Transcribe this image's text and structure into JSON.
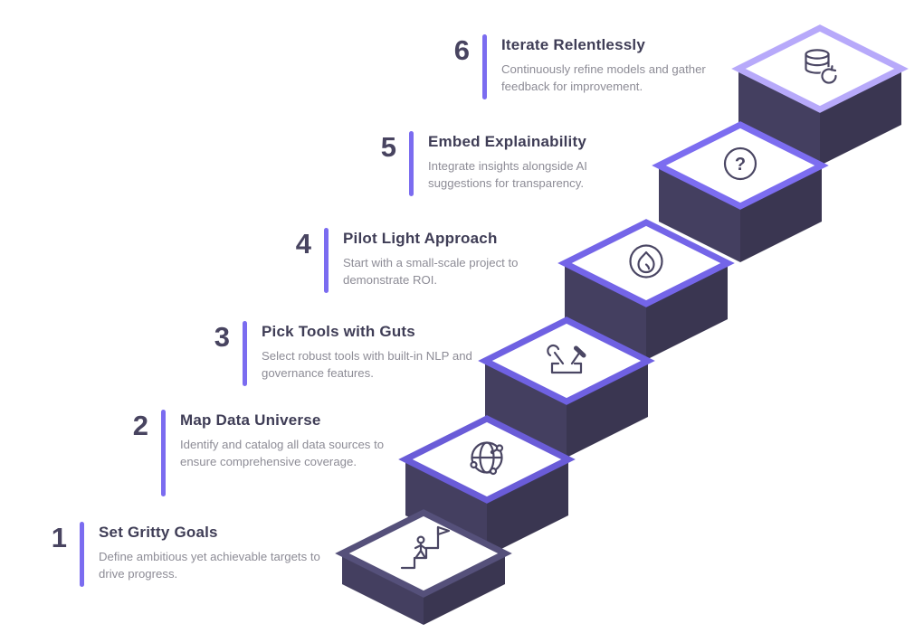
{
  "diagram": {
    "colors": {
      "background": "#ffffff",
      "accent_bar": "#7b6cf0",
      "body_left": "#443f60",
      "body_right": "#3a3651",
      "diamond_fill": "#ffffff",
      "icon_stroke": "#4a4663",
      "number_text": "#484460",
      "title_text": "#3f3d56",
      "description_text": "#8d8c96"
    },
    "steps": [
      {
        "number": "1",
        "title": "Set Gritty Goals",
        "description": "Define ambitious yet achievable targets to drive progress.",
        "icon": "climber-flag-icon",
        "border_color": "#55507a"
      },
      {
        "number": "2",
        "title": "Map Data Universe",
        "description": "Identify and catalog all data sources to ensure comprehensive coverage.",
        "icon": "data-globe-icon",
        "border_color": "#6a5cd8"
      },
      {
        "number": "3",
        "title": "Pick Tools with Guts",
        "description": "Select robust tools with built-in NLP and governance features.",
        "icon": "tools-icon",
        "border_color": "#6f61e2"
      },
      {
        "number": "4",
        "title": "Pilot Light Approach",
        "description": "Start with a small-scale project to demonstrate ROI.",
        "icon": "flame-icon",
        "border_color": "#7465e8"
      },
      {
        "number": "5",
        "title": "Embed Explainability",
        "description": "Integrate insights alongside AI suggestions for transparency.",
        "icon": "head-question-icon",
        "icon_glyph": "?",
        "border_color": "#7c6df0"
      },
      {
        "number": "6",
        "title": "Iterate Relentlessly",
        "description": "Continuously refine models and gather feedback for improvement.",
        "icon": "database-sync-icon",
        "border_color": "#b7a9fa"
      }
    ]
  }
}
